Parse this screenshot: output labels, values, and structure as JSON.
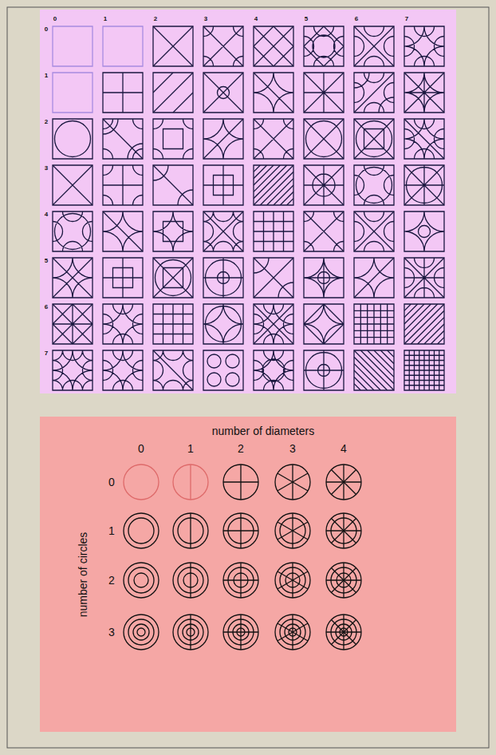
{
  "diagram": {
    "labels": [
      "0",
      "1",
      "2",
      "3",
      "4",
      "5",
      "6",
      "7",
      "0",
      "1",
      "2",
      "3",
      "4",
      "5",
      "6",
      "7",
      "number of diameters",
      "0",
      "1",
      "2",
      "3",
      "4",
      "number of circles",
      "0",
      "1",
      "2",
      "3"
    ]
  }
}
